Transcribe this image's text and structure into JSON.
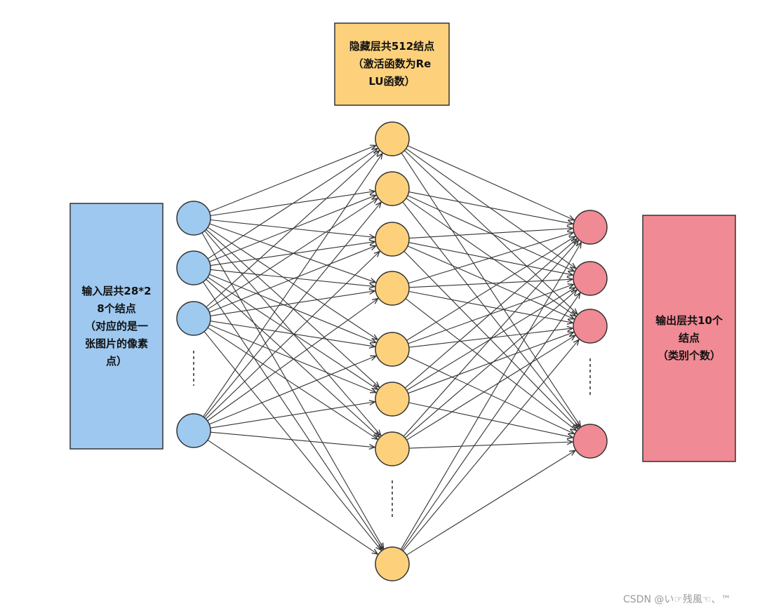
{
  "colors": {
    "input_fill": "#9ecaf0",
    "hidden_fill": "#fdd17c",
    "output_fill": "#f08a94",
    "input_box": "#9ec8ef",
    "hidden_box": "#fdd17c",
    "output_box": "#f08a94",
    "stroke": "#333333",
    "edge": "#333333"
  },
  "hidden_label": {
    "lines": [
      "隐藏层共512结点",
      "（激活函数为Re",
      "LU函数）"
    ]
  },
  "input_label": {
    "lines": [
      "输入层共28*2",
      "8个结点",
      "（对应的是一",
      "张图片的像素",
      "点）"
    ]
  },
  "output_label": {
    "lines": [
      "输出层共10个",
      "结点",
      "（类别个数）"
    ]
  },
  "watermark": "CSDN @い☞残風☜、™"
}
